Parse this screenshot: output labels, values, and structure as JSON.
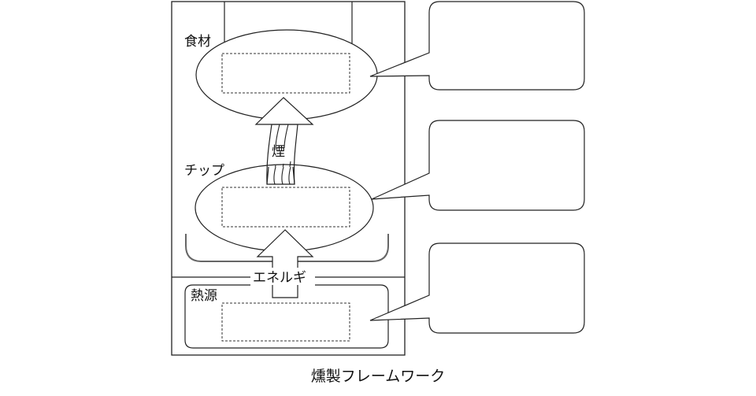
{
  "diagram": {
    "caption": "燻製フレームワーク",
    "sections": {
      "food": {
        "label": "食材"
      },
      "chip": {
        "label": "チップ"
      },
      "heat": {
        "label": "熱源"
      }
    },
    "arrows": {
      "smoke": {
        "label": "煙"
      },
      "energy": {
        "label": "エネルギ"
      }
    },
    "callouts": [
      {
        "target": "食材",
        "text": ""
      },
      {
        "target": "チップ",
        "text": ""
      },
      {
        "target": "熱源",
        "text": ""
      }
    ],
    "colors": {
      "stroke": "#222222",
      "bracket": "#666666",
      "background": "#ffffff"
    }
  }
}
